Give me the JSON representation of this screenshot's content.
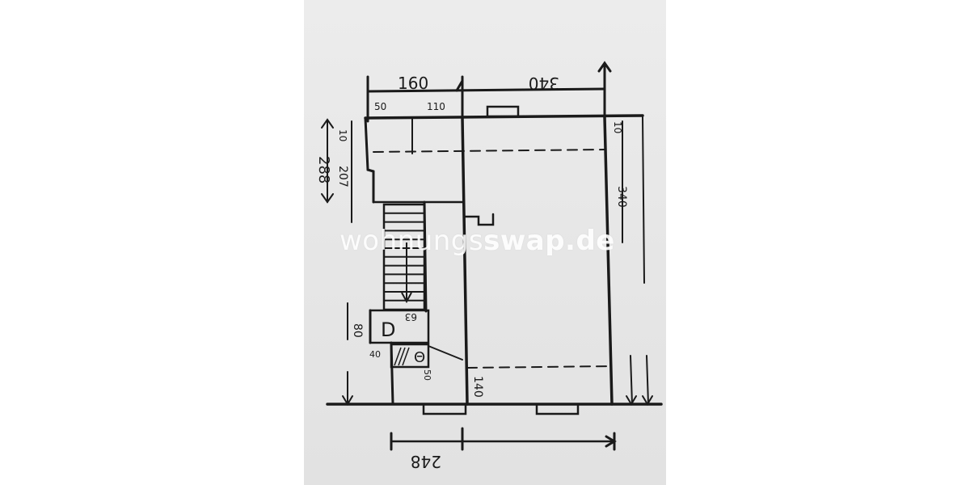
{
  "dimensions": {
    "top_left_width": "160",
    "top_right_width": "340",
    "sub_left": "50",
    "sub_right": "110",
    "left_total": "288",
    "left_sub_a": "10",
    "left_sub_b": "207",
    "right_top": "10",
    "right_total": "340",
    "door_d": "80",
    "door_label_a": "63",
    "door_small": "50",
    "corner_small": "40",
    "mid_label": "140",
    "bottom_total": "248"
  },
  "labels": {
    "stove": "D",
    "stove_sub": "Θ"
  },
  "watermark": {
    "regular": "wohnungs",
    "bold": "swap.de"
  },
  "colors": {
    "ink": "#1a1a1a",
    "paper": "#e8e8e8"
  }
}
